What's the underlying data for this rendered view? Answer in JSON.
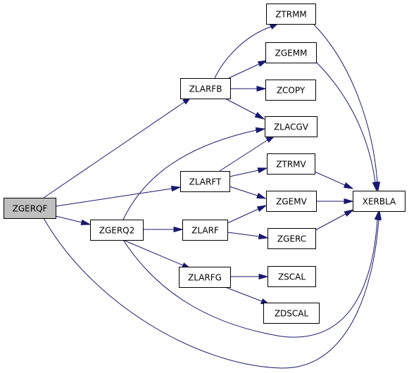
{
  "graph": {
    "nodes": [
      {
        "id": "ZGERQF",
        "label": "ZGERQF",
        "root": true
      },
      {
        "id": "ZGERQ2",
        "label": "ZGERQ2"
      },
      {
        "id": "ZLARFB",
        "label": "ZLARFB"
      },
      {
        "id": "ZLARFT",
        "label": "ZLARFT"
      },
      {
        "id": "ZLARF",
        "label": "ZLARF"
      },
      {
        "id": "ZLARFG",
        "label": "ZLARFG"
      },
      {
        "id": "ZTRMM",
        "label": "ZTRMM"
      },
      {
        "id": "ZGEMM",
        "label": "ZGEMM"
      },
      {
        "id": "ZCOPY",
        "label": "ZCOPY"
      },
      {
        "id": "ZLACGV",
        "label": "ZLACGV"
      },
      {
        "id": "ZTRMV",
        "label": "ZTRMV"
      },
      {
        "id": "ZGEMV",
        "label": "ZGEMV"
      },
      {
        "id": "ZGERC",
        "label": "ZGERC"
      },
      {
        "id": "ZSCAL",
        "label": "ZSCAL"
      },
      {
        "id": "ZDSCAL",
        "label": "ZDSCAL"
      },
      {
        "id": "XERBLA",
        "label": "XERBLA"
      }
    ],
    "edges": [
      {
        "from": "ZGERQF",
        "to": "ZLARFB"
      },
      {
        "from": "ZGERQF",
        "to": "ZLARFT"
      },
      {
        "from": "ZGERQF",
        "to": "ZGERQ2"
      },
      {
        "from": "ZGERQF",
        "to": "XERBLA"
      },
      {
        "from": "ZGERQ2",
        "to": "ZLACGV"
      },
      {
        "from": "ZGERQ2",
        "to": "ZLARF"
      },
      {
        "from": "ZGERQ2",
        "to": "ZLARFG"
      },
      {
        "from": "ZGERQ2",
        "to": "XERBLA"
      },
      {
        "from": "ZLARFB",
        "to": "ZTRMM"
      },
      {
        "from": "ZLARFB",
        "to": "ZGEMM"
      },
      {
        "from": "ZLARFB",
        "to": "ZCOPY"
      },
      {
        "from": "ZLARFB",
        "to": "ZLACGV"
      },
      {
        "from": "ZLARFT",
        "to": "ZLACGV"
      },
      {
        "from": "ZLARFT",
        "to": "ZTRMV"
      },
      {
        "from": "ZLARFT",
        "to": "ZGEMV"
      },
      {
        "from": "ZLARF",
        "to": "ZGEMV"
      },
      {
        "from": "ZLARF",
        "to": "ZGERC"
      },
      {
        "from": "ZLARFG",
        "to": "ZSCAL"
      },
      {
        "from": "ZLARFG",
        "to": "ZDSCAL"
      },
      {
        "from": "ZTRMM",
        "to": "XERBLA"
      },
      {
        "from": "ZGEMM",
        "to": "XERBLA"
      },
      {
        "from": "ZTRMV",
        "to": "XERBLA"
      },
      {
        "from": "ZGEMV",
        "to": "XERBLA"
      },
      {
        "from": "ZGERC",
        "to": "XERBLA"
      }
    ],
    "colors": {
      "edge": "#191970",
      "root_fill": "#bfbfbf",
      "node_fill": "#ffffff"
    }
  }
}
